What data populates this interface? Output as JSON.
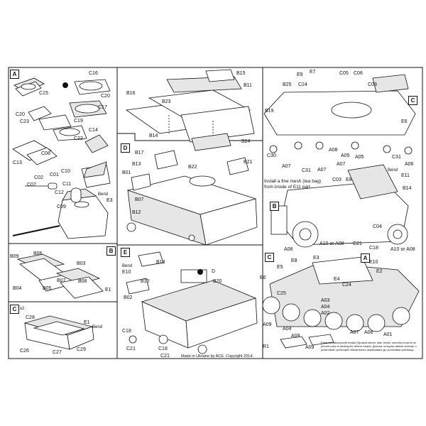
{
  "panels": {
    "A": {
      "letter": "A",
      "parts": [
        "C16",
        "C15",
        "C20",
        "C20",
        "C17",
        "C23",
        "C19",
        "C14",
        "C22",
        "C13",
        "C08",
        "C10",
        "C02",
        "C01",
        "C07",
        "C12",
        "C11",
        "C09"
      ],
      "notes": {
        "bend": "Bend",
        "e3": "E3"
      }
    },
    "B": {
      "letter": "B",
      "parts": [
        "B09",
        "B06",
        "B03",
        "B04",
        "B05",
        "B08",
        "E1",
        "E1",
        "B07"
      ],
      "notes": {
        "bend": "Bend"
      }
    },
    "C": {
      "letter": "C",
      "multiplier": "x2",
      "parts": [
        "C28",
        "C26",
        "C27",
        "C29"
      ]
    },
    "center_top": {
      "parts": [
        "B15",
        "B16",
        "B11",
        "B23",
        "B24",
        "B14"
      ]
    },
    "D": {
      "letter": "D",
      "parts": [
        "B17",
        "B13",
        "B01",
        "B07",
        "B22",
        "B21",
        "B12"
      ]
    },
    "E": {
      "letter": "E",
      "parts": [
        "B18",
        "E10",
        "B10",
        "B02",
        "B20",
        "C18",
        "C21",
        "C18",
        "C21"
      ],
      "notes": {
        "bend": "Bend"
      }
    },
    "right_top": {
      "parts": [
        "E9",
        "E7",
        "C05",
        "C06",
        "B25",
        "C24",
        "C03",
        "B19",
        "C30",
        "A07",
        "C31",
        "A07",
        "A08",
        "A05",
        "C31",
        "A06",
        "A07",
        "A05",
        "E6",
        "C03",
        "E8",
        "E11",
        "B14",
        "B"
      ],
      "notes": {
        "bend": "Bend"
      }
    },
    "right_bottom": {
      "parts": [
        "A08",
        "A10 or A08",
        "C21",
        "C18",
        "C04",
        "A10 or A08",
        "C",
        "A",
        "E6",
        "E5",
        "E8",
        "E3",
        "E10",
        "E2",
        "C25",
        "E4",
        "C24",
        "A03",
        "A04",
        "A02",
        "A09",
        "A04",
        "A07",
        "A08",
        "A01",
        "R1",
        "A09",
        "A09"
      ]
    }
  },
  "fine_mesh_note": "Install a fine mesh (tea bag) from inside of E11 part.",
  "fine_print": "Parts containing with treads (Spoked wheel, idler wheel, wheels) must to be primed prior to adding the rubber treads. Детали, которые имеют контакт с резиновой гусеницей обязательно окрашивать до установки гусеницы.",
  "footer": "Made in Ukraine by ACE. Copyright 2014.",
  "colors": {
    "ink": "#111111",
    "paper": "#ffffff",
    "gray": "#bdbdbd",
    "light": "#e6e6e6"
  }
}
